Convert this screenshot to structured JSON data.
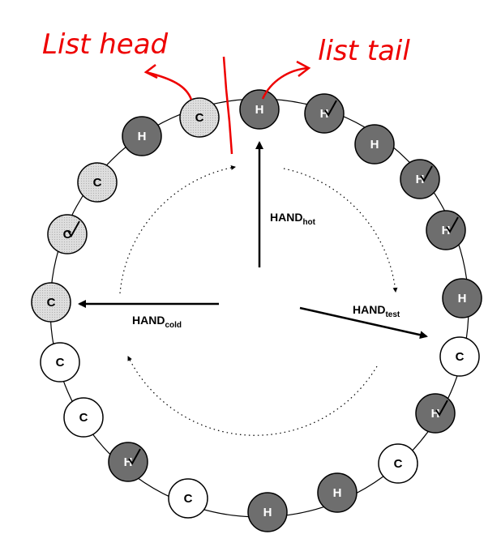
{
  "colors": {
    "hot_fill": "#6e6e6e",
    "cold_resident_fill": "#ffffff",
    "cold_nonresident_fill": "#d9d9d9",
    "annotation": "#ee0000"
  },
  "annotations": {
    "list_head": "List head",
    "list_tail": "list tail"
  },
  "hands": {
    "hot": {
      "base": "HAND",
      "sub": "hot"
    },
    "cold": {
      "base": "HAND",
      "sub": "cold"
    },
    "test": {
      "base": "HAND",
      "sub": "test"
    }
  },
  "nodes": [
    {
      "label": "H",
      "kind": "hot",
      "checked": false
    },
    {
      "label": "H",
      "kind": "hot",
      "checked": true
    },
    {
      "label": "H",
      "kind": "hot",
      "checked": false
    },
    {
      "label": "H",
      "kind": "hot",
      "checked": true
    },
    {
      "label": "H",
      "kind": "hot",
      "checked": true
    },
    {
      "label": "H",
      "kind": "hot",
      "checked": false
    },
    {
      "label": "C",
      "kind": "cold-resident",
      "checked": false
    },
    {
      "label": "H",
      "kind": "hot",
      "checked": true
    },
    {
      "label": "C",
      "kind": "cold-resident",
      "checked": false
    },
    {
      "label": "H",
      "kind": "hot",
      "checked": false
    },
    {
      "label": "H",
      "kind": "hot",
      "checked": false
    },
    {
      "label": "C",
      "kind": "cold-resident",
      "checked": false
    },
    {
      "label": "H",
      "kind": "hot",
      "checked": true
    },
    {
      "label": "C",
      "kind": "cold-resident",
      "checked": false
    },
    {
      "label": "C",
      "kind": "cold-resident",
      "checked": false
    },
    {
      "label": "C",
      "kind": "cold-nonresident",
      "checked": false
    },
    {
      "label": "C",
      "kind": "cold-nonresident",
      "checked": true
    },
    {
      "label": "C",
      "kind": "cold-nonresident",
      "checked": false
    },
    {
      "label": "H",
      "kind": "hot",
      "checked": false
    },
    {
      "label": "C",
      "kind": "cold-nonresident",
      "checked": false
    }
  ]
}
